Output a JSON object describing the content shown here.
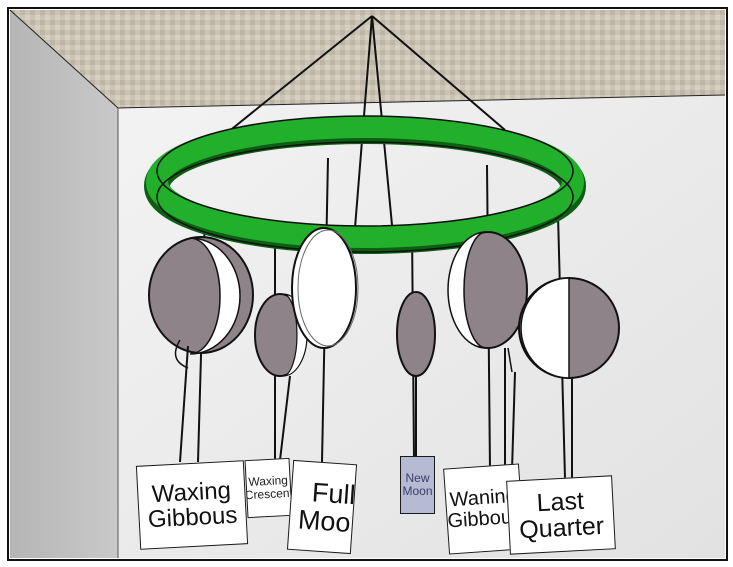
{
  "colors": {
    "ring": "#1fa529",
    "ring_dark": "#0d6e14",
    "ceiling": "#c9c2b3",
    "wall_back": "#eeeeee",
    "wall_left": "#bdbdbd",
    "moon_shadow": "#8d8289",
    "new_moon_card": "#b6bad3"
  },
  "labels": {
    "waxing_gibbous": "Waxing\nGibbous",
    "waxing_crescent": "Waxing\nCrescent",
    "full_moon": "Full\nMoon",
    "new_moon": "New\nMoon",
    "waning_gibbous": "Waning\nGibbous",
    "last_quarter": "Last\nQuarter"
  }
}
